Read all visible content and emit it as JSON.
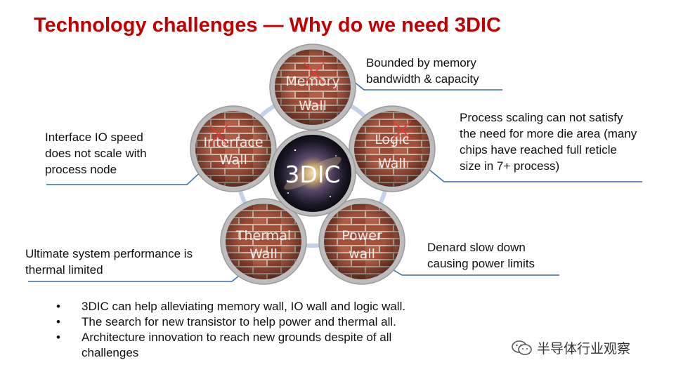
{
  "title": "Technology challenges — Why do we need 3DIC",
  "center": {
    "label": "3DIC"
  },
  "walls": [
    {
      "id": "memory",
      "line1": "Memory",
      "line2": "Wall",
      "crossed": true,
      "note_lines": [
        "Bounded by memory",
        "bandwidth & capacity"
      ]
    },
    {
      "id": "logic",
      "line1": "Logic",
      "line2": "Wall",
      "crossed": true,
      "note_lines": [
        "Process scaling can not satisfy",
        "the need for more die area (many",
        "chips have reached full reticle",
        "size in 7+ process)"
      ]
    },
    {
      "id": "power",
      "line1": "Power",
      "line2": "wall",
      "crossed": false,
      "note_lines": [
        "Denard slow down",
        "causing power limits"
      ]
    },
    {
      "id": "thermal",
      "line1": "Thermal",
      "line2": "Wall",
      "crossed": false,
      "note_lines": [
        "Ultimate system performance is",
        "thermal limited"
      ]
    },
    {
      "id": "interface",
      "line1": "Interface",
      "line2": "Wall",
      "crossed": true,
      "note_lines": [
        "Interface IO speed",
        "does not scale with",
        "process node"
      ]
    }
  ],
  "bullets": [
    "3DIC can help alleviating memory wall, IO wall and logic wall.",
    "The search for new transistor to help power and thermal all.",
    "Architecture innovation to reach new grounds despite of all challenges"
  ],
  "bullet_symbol": "•",
  "watermark": {
    "text": "半导体行业观察",
    "icon": "wechat-icon"
  },
  "colors": {
    "title": "#c00000",
    "connector": "#3a6ea5",
    "cross": "#e53935",
    "ring": "#c5d0ea",
    "brick": "#a4513c"
  }
}
